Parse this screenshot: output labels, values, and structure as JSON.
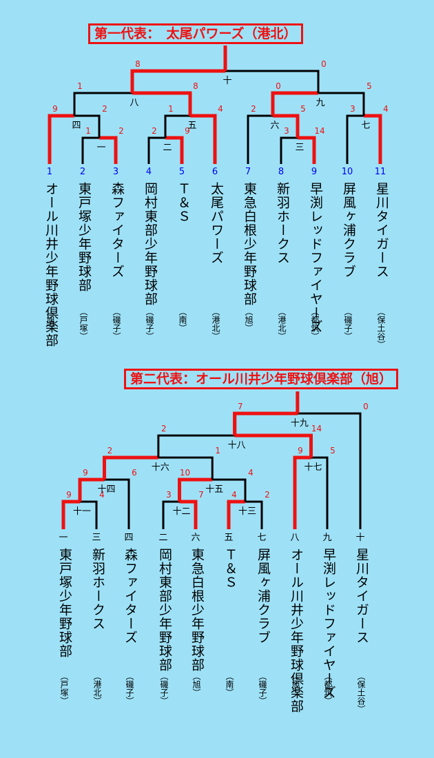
{
  "bracket1": {
    "title": "第一代表：　太尾パワーズ（港北）",
    "teams": [
      {
        "seed": "1",
        "name": "オール川井少年野球倶楽部",
        "region": "（旭）"
      },
      {
        "seed": "2",
        "name": "東戸塚少年野球部",
        "region": "（戸塚）"
      },
      {
        "seed": "3",
        "name": "森ファイターズ",
        "region": "（磯子）"
      },
      {
        "seed": "4",
        "name": "岡村東部少年野球部",
        "region": "（磯子）"
      },
      {
        "seed": "5",
        "name": "Ｔ＆Ｓ",
        "region": "（南）"
      },
      {
        "seed": "6",
        "name": "太尾パワーズ",
        "region": "（港北）"
      },
      {
        "seed": "7",
        "name": "東急白根少年野球部",
        "region": "（旭）"
      },
      {
        "seed": "8",
        "name": "新羽ホークス",
        "region": "（港北）"
      },
      {
        "seed": "9",
        "name": "早渕レッドファイヤーズ",
        "region": "（都筑）"
      },
      {
        "seed": "10",
        "name": "屏風ヶ浦クラブ",
        "region": "（磯子）"
      },
      {
        "seed": "11",
        "name": "星川タイガース",
        "region": "（保土谷）"
      }
    ],
    "matches": [
      {
        "label": "一",
        "score_left": "1",
        "score_right": "2"
      },
      {
        "label": "二",
        "score_left": "2",
        "score_right": "9"
      },
      {
        "label": "三",
        "score_left": "3",
        "score_right": "14"
      },
      {
        "label": "四",
        "score_left": "9",
        "score_right": "2"
      },
      {
        "label": "五",
        "score_left": "1",
        "score_right": "4"
      },
      {
        "label": "六",
        "score_left": "2",
        "score_right": "5"
      },
      {
        "label": "七",
        "score_left": "3",
        "score_right": "4"
      },
      {
        "label": "八",
        "score_left": "1",
        "score_right": "8"
      },
      {
        "label": "九",
        "score_left": "0",
        "score_right": "5"
      },
      {
        "label": "十",
        "score_left": "8",
        "score_right": "0"
      }
    ]
  },
  "bracket2": {
    "title": "第二代表：オール川井少年野球倶楽部（旭）",
    "teams": [
      {
        "seed": "一",
        "name": "東戸塚少年野球部",
        "region": "（戸塚）"
      },
      {
        "seed": "三",
        "name": "新羽ホークス",
        "region": "（港北）"
      },
      {
        "seed": "四",
        "name": "森ファイターズ",
        "region": "（磯子）"
      },
      {
        "seed": "二",
        "name": "岡村東部少年野球部",
        "region": "（磯子）"
      },
      {
        "seed": "六",
        "name": "東急白根少年野球部",
        "region": "（旭）"
      },
      {
        "seed": "五",
        "name": "Ｔ＆Ｓ",
        "region": "（南）"
      },
      {
        "seed": "七",
        "name": "屏風ヶ浦クラブ",
        "region": "（磯子）"
      },
      {
        "seed": "八",
        "name": "オール川井少年野球倶楽部",
        "region": "（旭）"
      },
      {
        "seed": "九",
        "name": "早渕レッドファイヤーズ",
        "region": "（都筑）"
      },
      {
        "seed": "十",
        "name": "星川タイガース",
        "region": "（保土谷）"
      }
    ],
    "matches": [
      {
        "label": "十一",
        "score_left": "9",
        "score_right": "4"
      },
      {
        "label": "十二",
        "score_left": "3",
        "score_right": "7"
      },
      {
        "label": "十三",
        "score_left": "4",
        "score_right": "2"
      },
      {
        "label": "十四",
        "score_left": "9",
        "score_right": "6"
      },
      {
        "label": "十五",
        "score_left": "10",
        "score_right": "4"
      },
      {
        "label": "十六",
        "score_left": "2",
        "score_right": "1"
      },
      {
        "label": "十七",
        "score_left": "9",
        "score_right": "5"
      },
      {
        "label": "十八",
        "score_left": "2",
        "score_right": "14"
      },
      {
        "label": "十九",
        "score_left": "7",
        "score_right": "0"
      }
    ]
  },
  "colors": {
    "background": "#9ee1f7",
    "winner_line": "#ee1111",
    "loser_line": "#000000",
    "score": "#ee1111",
    "seed": "#0000ee",
    "title": "#ee1111"
  }
}
